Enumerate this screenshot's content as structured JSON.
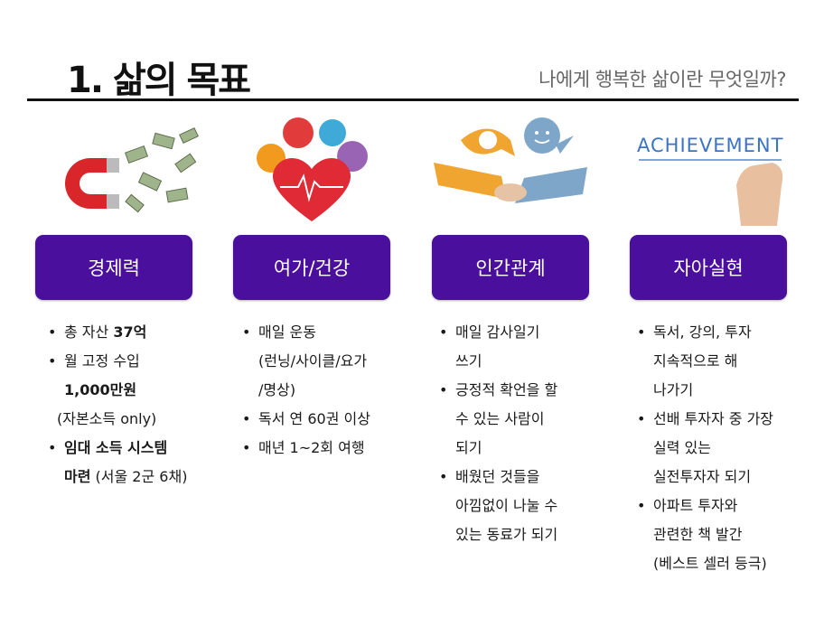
{
  "header": {
    "title": "1. 삶의 목표",
    "subtitle": "나에게 행복한 삶이란 무엇일까?"
  },
  "colors": {
    "accent": "#4b0f9e"
  },
  "columns": [
    {
      "label": "경제력",
      "icon": "magnet-money-icon",
      "items": [
        [
          [
            {
              "t": "총 자산 "
            },
            {
              "t": "37억",
              "b": true
            }
          ]
        ],
        [
          [
            {
              "t": "월 고정 수입"
            }
          ],
          [
            {
              "t": "1,000만원",
              "b": true
            }
          ],
          [
            {
              "t": "(자본소득 only)",
              "indent": -8
            }
          ]
        ],
        [
          [
            {
              "t": "임대 소득 시스템",
              "b": true
            }
          ],
          [
            {
              "t": "마련",
              "b": true
            },
            {
              "t": " (서울 2군 6채)"
            }
          ]
        ]
      ]
    },
    {
      "label": "여가/건강",
      "icon": "health-heart-icon",
      "items": [
        [
          [
            {
              "t": "매일 운동"
            }
          ],
          [
            {
              "t": "(런닝/사이클/요가"
            }
          ],
          [
            {
              "t": "/명상)"
            }
          ]
        ],
        [
          [
            {
              "t": "독서 연 60권 이상"
            }
          ]
        ],
        [
          [
            {
              "t": "매년 1~2회 여행"
            }
          ]
        ]
      ]
    },
    {
      "label": "인간관계",
      "icon": "handshake-icon",
      "items": [
        [
          [
            {
              "t": "매일 감사일기"
            }
          ],
          [
            {
              "t": "쓰기"
            }
          ]
        ],
        [
          [
            {
              "t": "긍정적 확언을 할"
            }
          ],
          [
            {
              "t": "수 있는 사람이"
            }
          ],
          [
            {
              "t": "되기"
            }
          ]
        ],
        [
          [
            {
              "t": "배웠던 것들을"
            }
          ],
          [
            {
              "t": "아낌없이 나눌 수"
            }
          ],
          [
            {
              "t": "있는 동료가 되기"
            }
          ]
        ]
      ]
    },
    {
      "label": "자아실현",
      "icon": "achievement-icon",
      "image_text": "ACHIEVEMENT",
      "items": [
        [
          [
            {
              "t": "독서, 강의, 투자"
            }
          ],
          [
            {
              "t": "지속적으로 해"
            }
          ],
          [
            {
              "t": "나가기"
            }
          ]
        ],
        [
          [
            {
              "t": "선배 투자자 중 가장"
            }
          ],
          [
            {
              "t": "실력 있는"
            }
          ],
          [
            {
              "t": "실전투자자 되기"
            }
          ]
        ],
        [
          [
            {
              "t": "아파트 투자와"
            }
          ],
          [
            {
              "t": "관련한 책 발간"
            }
          ],
          [
            {
              "t": "(베스트 셀러 등극)"
            }
          ]
        ]
      ]
    }
  ]
}
